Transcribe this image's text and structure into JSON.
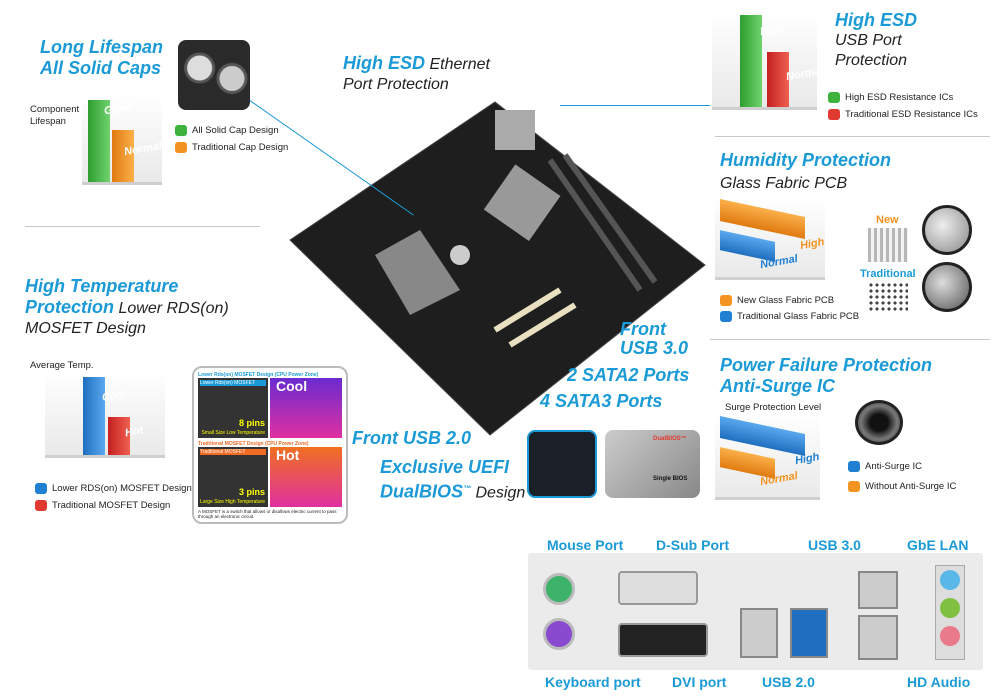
{
  "lifespan": {
    "title1": "Long Lifespan",
    "title2": "All Solid Caps",
    "axis_label1": "Component",
    "axis_label2": "Lifespan",
    "bar_good": "Good",
    "bar_normal": "Normal",
    "legend": [
      "All Solid Cap Design",
      "Traditional Cap Design"
    ]
  },
  "ethernet": {
    "title_bold": "High ESD",
    "title_rest": " Ethernet",
    "title2": "Port Protection"
  },
  "usb_esd": {
    "title1": "High ESD",
    "title2": "USB Port",
    "title3": "Protection",
    "bar_high": "High",
    "bar_normal": "Normal",
    "legend": [
      "High ESD Resistance ICs",
      "Traditional ESD Resistance ICs"
    ]
  },
  "humidity": {
    "title": "Humidity Protection",
    "subtitle": "Glass Fabric PCB",
    "bar_high": "High",
    "bar_normal": "Normal",
    "new_label": "New",
    "traditional_label": "Traditional",
    "legend": [
      "New Glass Fabric PCB",
      "Traditional Glass Fabric PCB"
    ]
  },
  "surge": {
    "title1": "Power Failure Protection",
    "title2": "Anti-Surge IC",
    "axis_label": "Surge Protection Level",
    "bar_high": "High",
    "bar_normal": "Normal",
    "legend": [
      "Anti-Surge IC",
      "Without Anti-Surge IC"
    ]
  },
  "temperature": {
    "title1": "High Temperature",
    "title2": "Protection",
    "title2_rest": " Lower RDS(on)",
    "title3": "MOSFET Design",
    "axis_label": "Average Temp.",
    "bar_cool": "Cool",
    "bar_hot": "Hot",
    "legend": [
      "Lower RDS(on) MOSFET Design",
      "Traditional MOSFET Design"
    ],
    "panel": {
      "top_title": "Lower Rds(on) MOSFET Design (CPU Power Zone)",
      "top_tag": "Lower Rds(on) MOSFET",
      "cool": "Cool",
      "pins8": "8 pins",
      "pins8_desc": "Small Size Low Temperature",
      "bottom_title": "Traditional MOSFET Design (CPU Power Zone)",
      "bottom_tag": "Traditional MOSFET",
      "hot": "Hot",
      "pins3": "3 pins",
      "pins3_desc": "Large Size High Temperature",
      "note": "A MOSFET is a switch that allows or disallows electric current to pass through an electronic circuit."
    }
  },
  "callouts": {
    "front_usb3_1": "Front",
    "front_usb3_2": "USB 3.0",
    "sata2": "2 SATA2 Ports",
    "sata3": "4 SATA3 Ports",
    "front_usb2": "Front USB 2.0",
    "uefi1": "Exclusive UEFI",
    "uefi2": "DualBIOS",
    "uefi_tm": "™",
    "uefi_rest": " Design"
  },
  "dualbios": {
    "label": "DualBIOS™",
    "single": "Single BIOS"
  },
  "rear_io": {
    "mouse": "Mouse Port",
    "dsub": "D-Sub Port",
    "usb3": "USB 3.0",
    "lan": "GbE LAN",
    "keyboard": "Keyboard port",
    "dvi": "DVI port",
    "usb2": "USB 2.0",
    "audio": "HD Audio"
  },
  "colors": {
    "accent": "#1a9ad6",
    "green": "#3db33d",
    "orange": "#f39322",
    "red": "#e03a30",
    "blue": "#1f7fd0"
  }
}
